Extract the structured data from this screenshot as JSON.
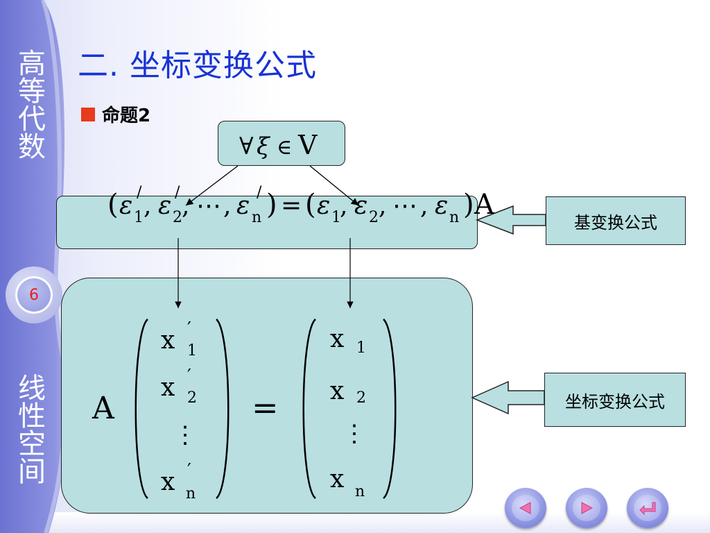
{
  "sidebar": {
    "top_text": "高等代数",
    "bottom_text": "线性空间",
    "page_number": "6"
  },
  "title": "二. 坐标变换公式",
  "proposition": "命题2",
  "labels": {
    "basis_formula": "基变换公式",
    "coord_formula": "坐标变换公式"
  },
  "formulas": {
    "forall": "∀",
    "xi": "ξ",
    "in": "∈",
    "V": "V",
    "A": "A",
    "eps": "ε",
    "prime": "/",
    "x_prime": "′",
    "dots": "⋯",
    "vdots": "⋮",
    "equals": "=",
    "comma": ",",
    "lparen": "(",
    "rparen": ")",
    "x": "x",
    "sub1": "1",
    "sub2": "2",
    "subn": "n"
  },
  "nav": {
    "prev": "previous",
    "next": "next",
    "return": "return"
  },
  "colors": {
    "title": "#1733d6",
    "box_fill": "#b9dfe1",
    "bullet": "#e83a1c",
    "page_number": "#e32020",
    "sidebar": "#7b82d6"
  }
}
